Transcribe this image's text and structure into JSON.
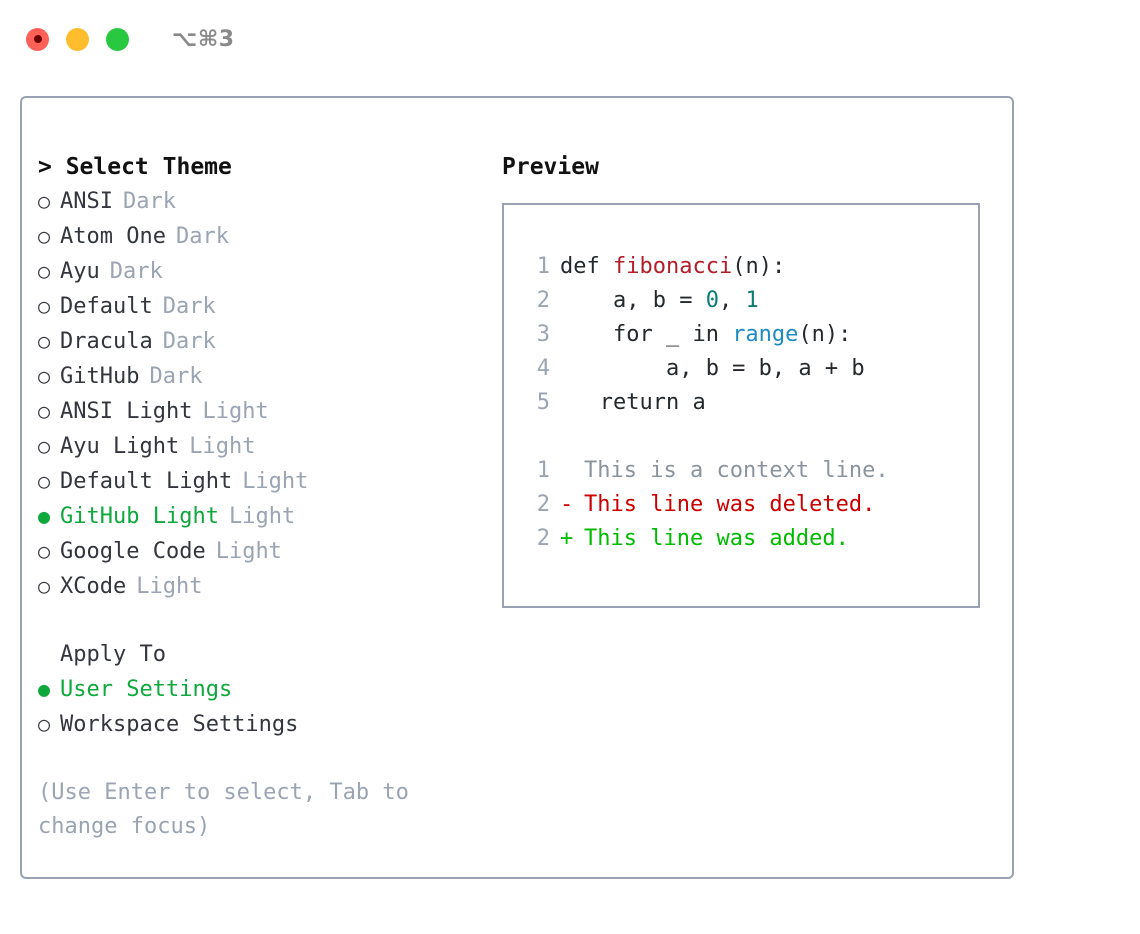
{
  "titlebar": {
    "shortcut": "⌥⌘3",
    "buttons": [
      {
        "name": "close",
        "color": "#ff6058"
      },
      {
        "name": "minimize",
        "color": "#ffbd2e"
      },
      {
        "name": "zoom",
        "color": "#28c840"
      }
    ]
  },
  "colors": {
    "selected_green": "#0fa83c",
    "muted": "#9aa4b2",
    "text": "#33363d",
    "border": "#98a2b3",
    "diff_add": "#00bb00",
    "diff_del": "#cc0000",
    "diff_ctx": "#8b949e",
    "token_function": "#b31d28",
    "token_number": "#0d7c74",
    "token_call": "#1b8cc4"
  },
  "theme_picker": {
    "header": "> Select Theme",
    "items": [
      {
        "bullet": "○",
        "name": "ANSI",
        "tag": "Dark",
        "selected": false
      },
      {
        "bullet": "○",
        "name": "Atom One",
        "tag": "Dark",
        "selected": false
      },
      {
        "bullet": "○",
        "name": "Ayu",
        "tag": "Dark",
        "selected": false
      },
      {
        "bullet": "○",
        "name": "Default",
        "tag": "Dark",
        "selected": false
      },
      {
        "bullet": "○",
        "name": "Dracula",
        "tag": "Dark",
        "selected": false
      },
      {
        "bullet": "○",
        "name": "GitHub",
        "tag": "Dark",
        "selected": false
      },
      {
        "bullet": "○",
        "name": "ANSI Light",
        "tag": "Light",
        "selected": false
      },
      {
        "bullet": "○",
        "name": "Ayu Light",
        "tag": "Light",
        "selected": false
      },
      {
        "bullet": "○",
        "name": "Default Light",
        "tag": "Light",
        "selected": false
      },
      {
        "bullet": "●",
        "name": "GitHub Light",
        "tag": "Light",
        "selected": true
      },
      {
        "bullet": "○",
        "name": "Google Code",
        "tag": "Light",
        "selected": false
      },
      {
        "bullet": "○",
        "name": "XCode",
        "tag": "Light",
        "selected": false
      }
    ]
  },
  "apply_to": {
    "header": "Apply To",
    "items": [
      {
        "bullet": "●",
        "name": "User Settings",
        "selected": true
      },
      {
        "bullet": "○",
        "name": "Workspace Settings",
        "selected": false
      }
    ]
  },
  "hint": "(Use Enter to select, Tab to change focus)",
  "preview": {
    "title": "Preview",
    "code_lines": [
      {
        "lineno": "1",
        "parts": [
          {
            "t": "def ",
            "k": "plain"
          },
          {
            "t": "fibonacci",
            "k": "fn"
          },
          {
            "t": "(n):",
            "k": "plain"
          }
        ]
      },
      {
        "lineno": "2",
        "parts": [
          {
            "t": "    a, b = ",
            "k": "plain"
          },
          {
            "t": "0",
            "k": "num"
          },
          {
            "t": ", ",
            "k": "plain"
          },
          {
            "t": "1",
            "k": "num"
          }
        ]
      },
      {
        "lineno": "3",
        "parts": [
          {
            "t": "    for _ in ",
            "k": "plain"
          },
          {
            "t": "range",
            "k": "call"
          },
          {
            "t": "(n):",
            "k": "plain"
          }
        ]
      },
      {
        "lineno": "4",
        "parts": [
          {
            "t": "        a, b = b, a + b",
            "k": "plain"
          }
        ]
      },
      {
        "lineno": "5",
        "parts": [
          {
            "t": "   return a",
            "k": "plain"
          }
        ]
      }
    ],
    "diff_lines": [
      {
        "lineno": "1",
        "marker": " ",
        "text": "This is a context line.",
        "kind": "ctx"
      },
      {
        "lineno": "2",
        "marker": "-",
        "text": "This line was deleted.",
        "kind": "del"
      },
      {
        "lineno": "2",
        "marker": "+",
        "text": "This line was added.",
        "kind": "add"
      }
    ]
  }
}
